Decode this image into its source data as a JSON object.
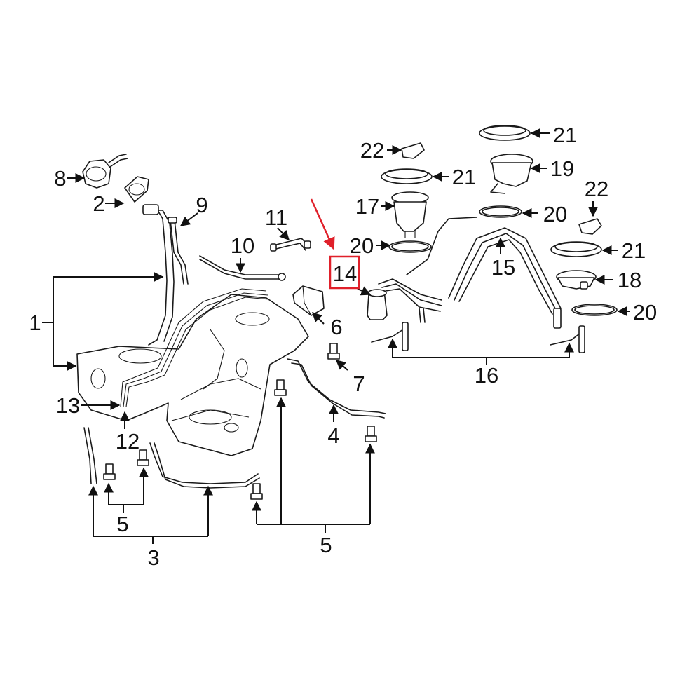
{
  "highlight": {
    "label": "14",
    "color": "#e0202a"
  },
  "callouts": {
    "c1": "1",
    "c2": "2",
    "c3": "3",
    "c4": "4",
    "c5a": "5",
    "c5b": "5",
    "c6": "6",
    "c7": "7",
    "c8": "8",
    "c9": "9",
    "c10": "10",
    "c11": "11",
    "c12": "12",
    "c13": "13",
    "c14": "14",
    "c15": "15",
    "c16": "16",
    "c17": "17",
    "c18": "18",
    "c19": "19",
    "c20a": "20",
    "c20b": "20",
    "c20c": "20",
    "c21a": "21",
    "c21b": "21",
    "c21c": "21",
    "c22a": "22",
    "c22b": "22"
  }
}
